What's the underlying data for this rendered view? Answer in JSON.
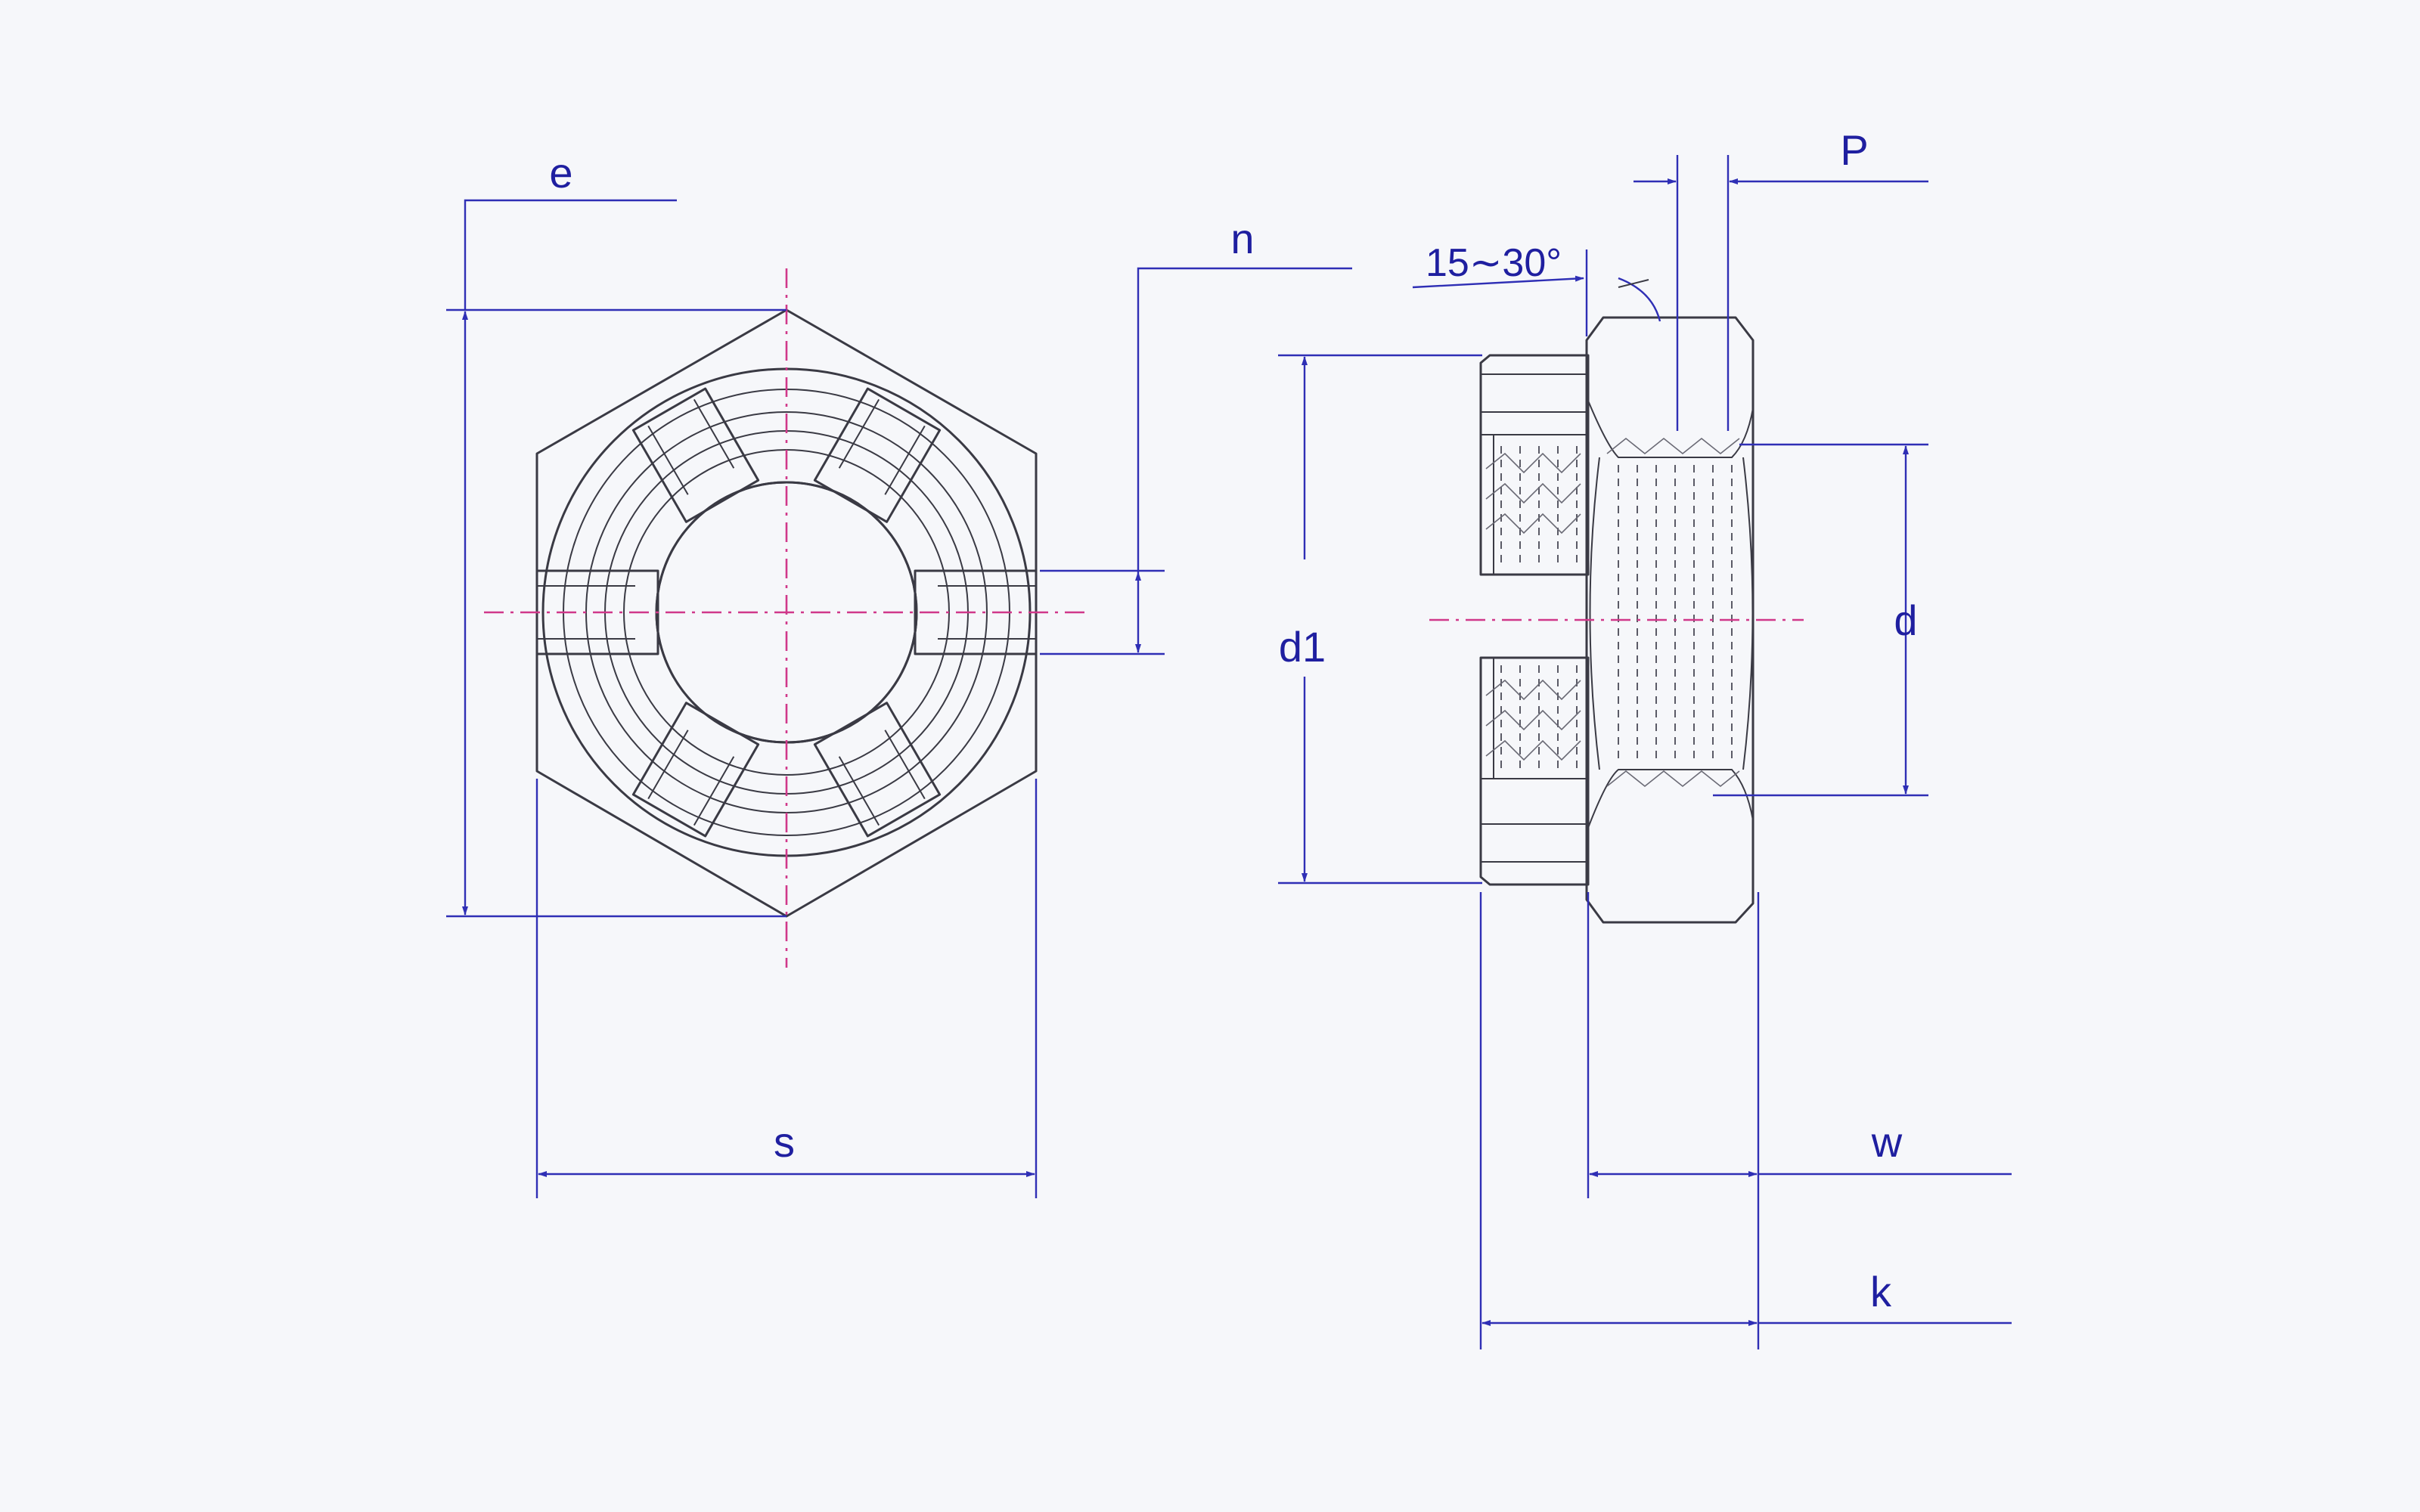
{
  "diagram": {
    "labels": {
      "e": "e",
      "n": "n",
      "s": "s",
      "d1": "d1",
      "d": "d",
      "p": "P",
      "angle": "15∼30°",
      "w": "w",
      "k": "k"
    },
    "colors": {
      "dimension": "#2f2fb5",
      "centerline": "#d0388a",
      "outline": "#3a3a44",
      "background": "#f6f7fa"
    }
  }
}
